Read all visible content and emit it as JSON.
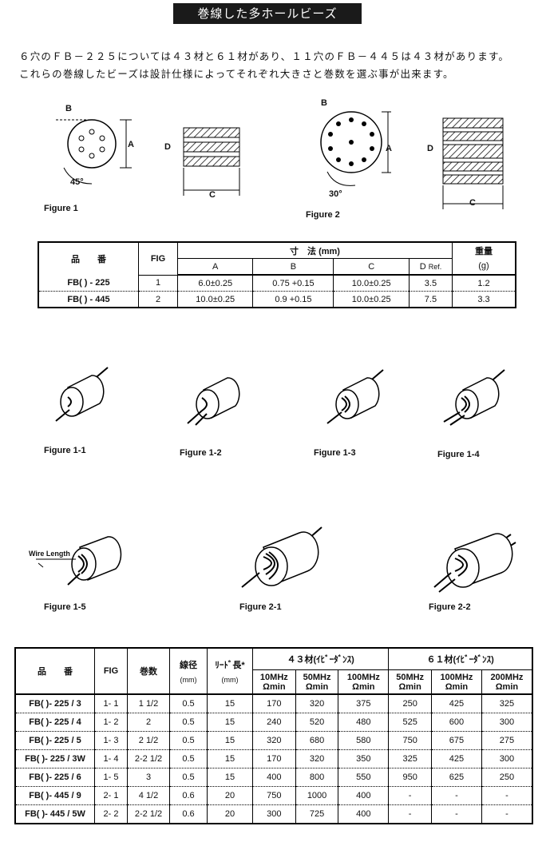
{
  "title": "巻線した多ホールビーズ",
  "intro": [
    "６穴のＦＢ－２２５については４３材と６１材があり、１１穴のＦＢ－４４５は４３材があります。",
    "これらの巻線したビーズは設計仕様によってそれぞれ大きさと巻数を選ぶ事が出来ます。"
  ],
  "figures": {
    "fig1": "Figure 1",
    "fig2": "Figure 2",
    "fig1_1": "Figure 1-1",
    "fig1_2": "Figure 1-2",
    "fig1_3": "Figure 1-3",
    "fig1_4": "Figure 1-4",
    "fig1_5": "Figure 1-5",
    "fig2_1": "Figure 2-1",
    "fig2_2": "Figure 2-2",
    "wire_length": "Wire Length"
  },
  "dim_labels": {
    "a": "A",
    "b": "B",
    "c": "C",
    "d": "D",
    "angle1": "45°",
    "angle2": "30°"
  },
  "table1": {
    "h_part": "品　　番",
    "h_fig": "FIG",
    "h_dims": "寸　法 (mm)",
    "h_weight": "重量",
    "h_weight_unit": "(g)",
    "h_a": "A",
    "h_b": "B",
    "h_c": "C",
    "h_d": "D",
    "h_dref": "Ref.",
    "rows": [
      {
        "part": "FB( ) - 225",
        "fig": "1",
        "a": "6.0±0.25",
        "b": "0.75 +0.15",
        "c": "10.0±0.25",
        "d": "3.5",
        "w": "1.2"
      },
      {
        "part": "FB( ) - 445",
        "fig": "2",
        "a": "10.0±0.25",
        "b": "0.9 +0.15",
        "c": "10.0±0.25",
        "d": "7.5",
        "w": "3.3"
      }
    ]
  },
  "table2": {
    "h_part": "品　　番",
    "h_fig": "FIG",
    "h_turns": "巻数",
    "h_wire": "線径",
    "h_wire_unit": "(mm)",
    "h_lead": "ﾘｰﾄﾞ長*",
    "h_lead_unit": "(mm)",
    "h_43": "４３材(ｲﾋﾞｰﾀﾞﾝｽ)",
    "h_61": "６１材(ｲﾋﾞｰﾀﾞﾝｽ)",
    "freqs": [
      "10MHz",
      "50MHz",
      "100MHz",
      "50MHz",
      "100MHz",
      "200MHz"
    ],
    "unit": "Ωmin",
    "rows": [
      [
        "FB( )- 225 / 3",
        "1- 1",
        "1 1/2",
        "0.5",
        "15",
        "170",
        "320",
        "375",
        "250",
        "425",
        "325"
      ],
      [
        "FB( )- 225 / 4",
        "1- 2",
        "2",
        "0.5",
        "15",
        "240",
        "520",
        "480",
        "525",
        "600",
        "300"
      ],
      [
        "FB( )- 225 / 5",
        "1- 3",
        "2 1/2",
        "0.5",
        "15",
        "320",
        "680",
        "580",
        "750",
        "675",
        "275"
      ],
      [
        "FB( )- 225 / 3W",
        "1- 4",
        "2-2 1/2",
        "0.5",
        "15",
        "170",
        "320",
        "350",
        "325",
        "425",
        "300"
      ],
      [
        "FB( )- 225 / 6",
        "1- 5",
        "3",
        "0.5",
        "15",
        "400",
        "800",
        "550",
        "950",
        "625",
        "250"
      ],
      [
        "FB( )- 445 / 9",
        "2- 1",
        "4 1/2",
        "0.6",
        "20",
        "750",
        "1000",
        "400",
        "-",
        "-",
        "-"
      ],
      [
        "FB( )- 445 / 5W",
        "2- 2",
        "2-2 1/2",
        "0.6",
        "20",
        "300",
        "725",
        "400",
        "-",
        "-",
        "-"
      ]
    ]
  }
}
